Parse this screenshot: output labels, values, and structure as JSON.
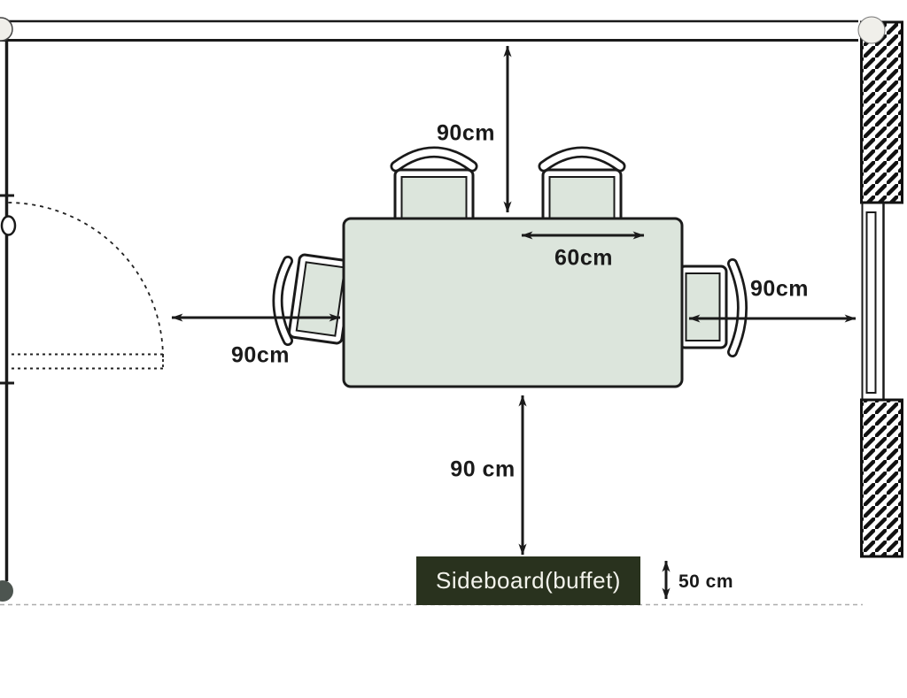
{
  "labels": {
    "top_clearance": "90cm",
    "place_setting": "60cm",
    "left_clearance": "90cm",
    "right_clearance": "90cm",
    "sideboard_clearance": "90 cm",
    "sideboard_depth": "50 cm"
  },
  "furniture": {
    "sideboard": "Sideboard(buffet)"
  },
  "colors": {
    "furniture_fill": "#dce5dc",
    "sideboard_fill": "#29321e",
    "line": "#1a1a1a",
    "sideboard_text": "#f3f3ec",
    "floor_dash": "#adadad",
    "corner_post_fill": "#f0efea",
    "wall_end_cap_fill": "#4d5550"
  }
}
